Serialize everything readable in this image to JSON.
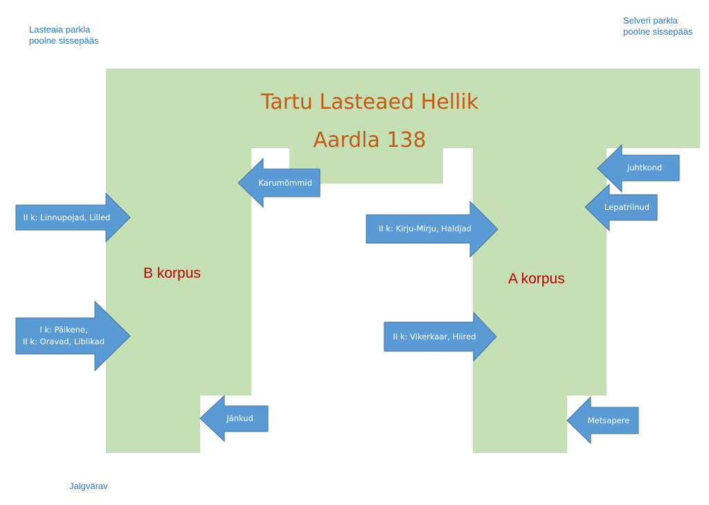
{
  "corners": {
    "top_left": "Lasteaia parkla\npoolne sissepääs",
    "top_right": "Selveri parkla\npoolne sissepääs",
    "bottom_left": "Jalgvärav"
  },
  "title": {
    "line1": "Tartu Lasteaed Hellik",
    "line2": "Aardla 138"
  },
  "buildings": {
    "b": "B korpus",
    "a": "A korpus"
  },
  "entrances": {
    "linnupojad": "II k: Linnupojad, Lilled",
    "paikene": "I k: Päikene,\nII k: Oravad, Liblikad",
    "karumommid": "Karumõmmid",
    "jankud": "Jänkud",
    "kirju_mirju": "II k: Kirju-Mirju, Haldjad",
    "vikerkaar": "II k: Vikerkaar, Hiired",
    "juhtkond": "Juhtkond",
    "lepatriinud": "Lepatriinud",
    "metsapere": "Metsapere"
  },
  "colors": {
    "building_fill": "#c5e0b4",
    "arrow_fill": "#5b9bd5",
    "arrow_stroke": "#41719c",
    "title_color": "#c55a11",
    "corpus_color": "#c00000",
    "corner_text_color": "#1f7ad6"
  }
}
